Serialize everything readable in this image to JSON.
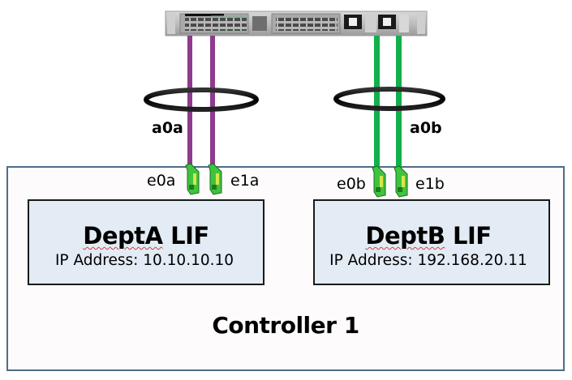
{
  "diagram": {
    "type": "network-port-diagram",
    "switch": {
      "name": "switch-chassis",
      "icon": "switch-icon"
    },
    "interface_groups": [
      {
        "label": "a0a",
        "color": "#8e3a8e",
        "ports": [
          "e0a",
          "e1a"
        ],
        "lif": "DeptA LIF"
      },
      {
        "label": "a0b",
        "color": "#12b04c",
        "ports": [
          "e0b",
          "e1b"
        ],
        "lif": "DeptB LIF"
      }
    ],
    "ports": {
      "e0a": "e0a",
      "e1a": "e1a",
      "e0b": "e0b",
      "e1b": "e1b"
    },
    "lifs": [
      {
        "title_sq": "DeptA",
        "title_rest": " LIF",
        "ip": "IP Address: 10.10.10.10"
      },
      {
        "title_sq": "DeptB",
        "title_rest": " LIF",
        "ip": "IP Address: 192.168.20.11"
      }
    ],
    "controller": {
      "title": "Controller 1",
      "border_color": "#4e6d88"
    },
    "colors": {
      "groupA_cable": "#8e3a8e",
      "groupB_cable": "#12b04c",
      "lif_fill": "#e3ebf4",
      "nic_green": "#3ec43e"
    }
  }
}
